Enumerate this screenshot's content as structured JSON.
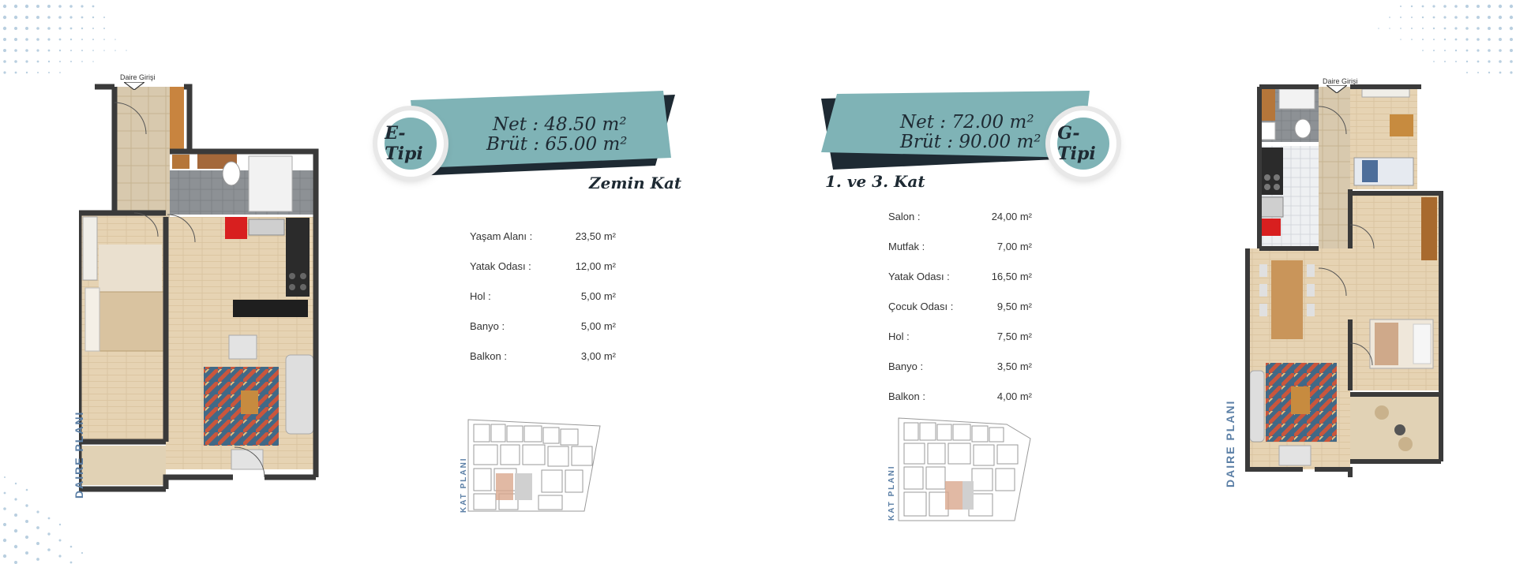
{
  "left_unit": {
    "entrance_label": "Daire Girişi",
    "plan_label": "DAIRE PLANI",
    "type_label": "E-Tipi",
    "net": "Net : 48.50 m²",
    "brut": "Brüt : 65.00 m²",
    "floor": "Zemin Kat",
    "areas": [
      {
        "label": "Yaşam Alanı :",
        "value": "23,50 m²"
      },
      {
        "label": "Yatak Odası :",
        "value": "12,00 m²"
      },
      {
        "label": "Hol :",
        "value": "5,00 m²"
      },
      {
        "label": "Banyo :",
        "value": "5,00 m²"
      },
      {
        "label": "Balkon :",
        "value": "3,00 m²"
      }
    ],
    "key_plan_label": "KAT PLANI"
  },
  "right_unit": {
    "entrance_label": "Daire Girişi",
    "plan_label": "DAIRE PLANI",
    "type_label": "G-Tipi",
    "net": "Net : 72.00 m²",
    "brut": "Brüt : 90.00 m²",
    "floor": "1. ve 3. Kat",
    "areas": [
      {
        "label": "Salon :",
        "value": "24,00 m²"
      },
      {
        "label": "Mutfak :",
        "value": "7,00 m²"
      },
      {
        "label": "Yatak Odası :",
        "value": "16,50 m²"
      },
      {
        "label": "Çocuk Odası :",
        "value": "9,50 m²"
      },
      {
        "label": "Hol :",
        "value": "7,50 m²"
      },
      {
        "label": "Banyo :",
        "value": "3,50 m²"
      },
      {
        "label": "Balkon :",
        "value": "4,00 m²"
      }
    ],
    "key_plan_label": "KAT PLANI"
  },
  "colors": {
    "teal": "#7fb3b6",
    "dark": "#1e2a33",
    "wall": "#3a3a3a",
    "wood": "#e3cfae",
    "tile": "#8a8d90",
    "dots": "#b9cfe0",
    "label_blue": "#5b7fa6"
  },
  "icons": [
    "entrance-arrow-icon",
    "bed-icon",
    "sofa-icon",
    "toilet-icon",
    "stove-icon"
  ]
}
